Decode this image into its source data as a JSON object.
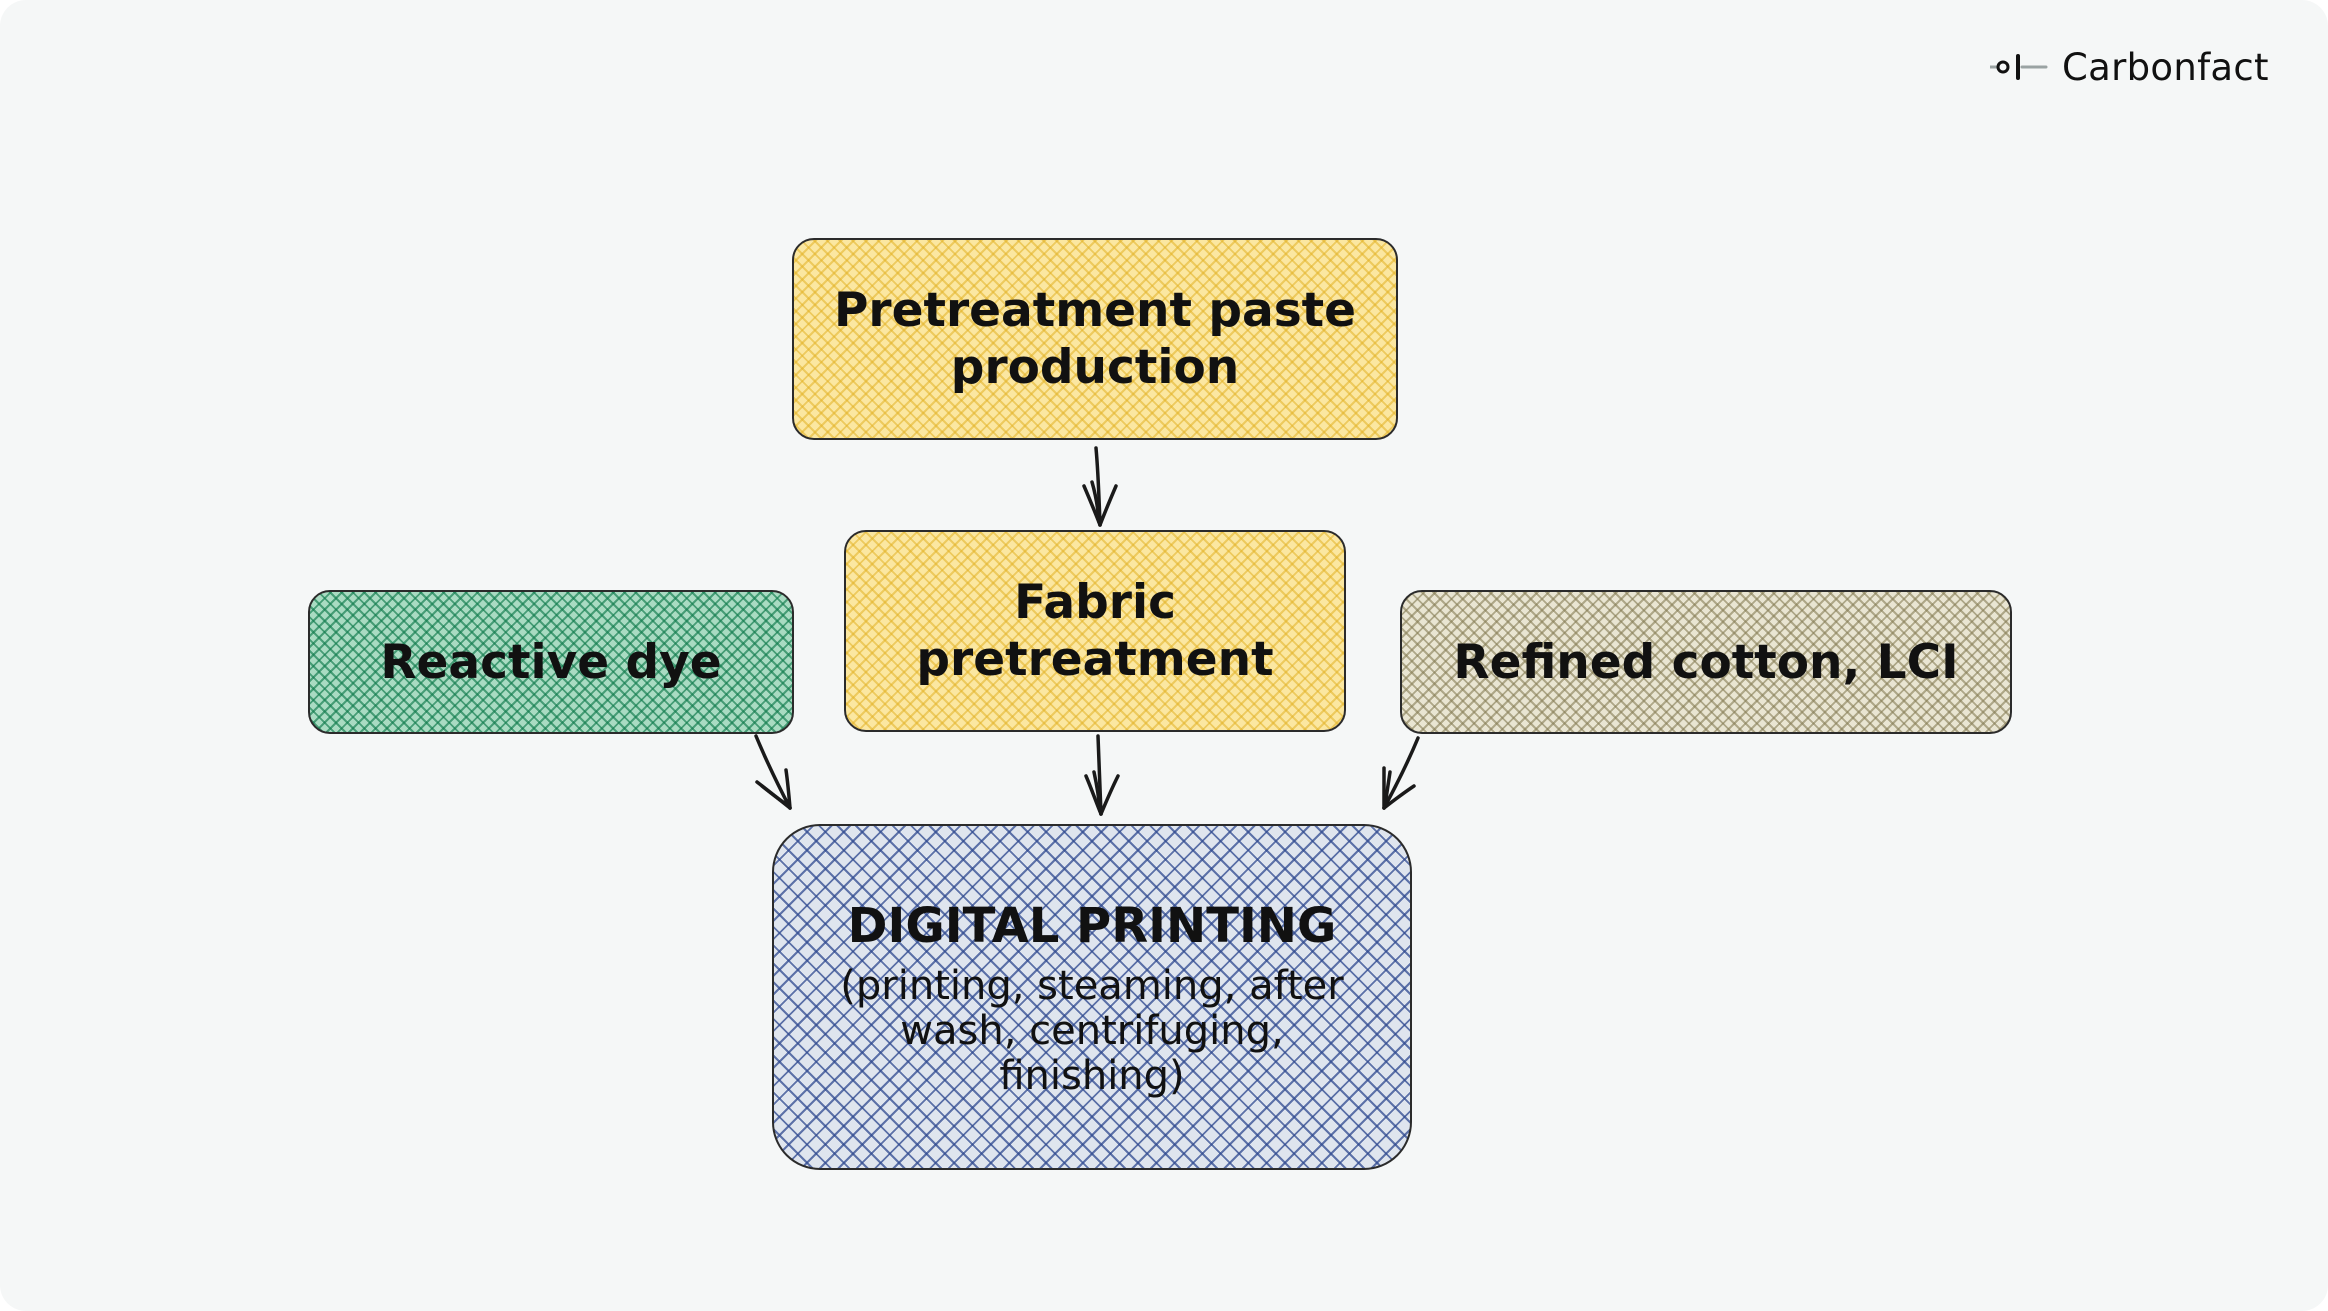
{
  "brand": {
    "name": "Carbonfact",
    "icon": "carbonfact-logo-icon"
  },
  "nodes": {
    "pretreatment_paste": {
      "line1": "Pretreatment paste",
      "line2": "production",
      "color": "#fbe7a1"
    },
    "fabric_pretreatment": {
      "line1": "Fabric",
      "line2": "pretreatment",
      "color": "#fbe7a1"
    },
    "reactive_dye": {
      "label": "Reactive dye",
      "color": "#a9dbc2"
    },
    "refined_cotton": {
      "label": "Refined cotton, LCI",
      "color": "#e9e5d2"
    },
    "digital_printing": {
      "title": "DIGITAL PRINTING",
      "sub_line1": "(printing, steaming, after",
      "sub_line2": "wash, centrifuging,",
      "sub_line3": "finishing)",
      "color": "#dfe5ee"
    }
  },
  "edges": [
    {
      "from": "pretreatment_paste",
      "to": "fabric_pretreatment"
    },
    {
      "from": "reactive_dye",
      "to": "digital_printing"
    },
    {
      "from": "fabric_pretreatment",
      "to": "digital_printing"
    },
    {
      "from": "refined_cotton",
      "to": "digital_printing"
    }
  ]
}
